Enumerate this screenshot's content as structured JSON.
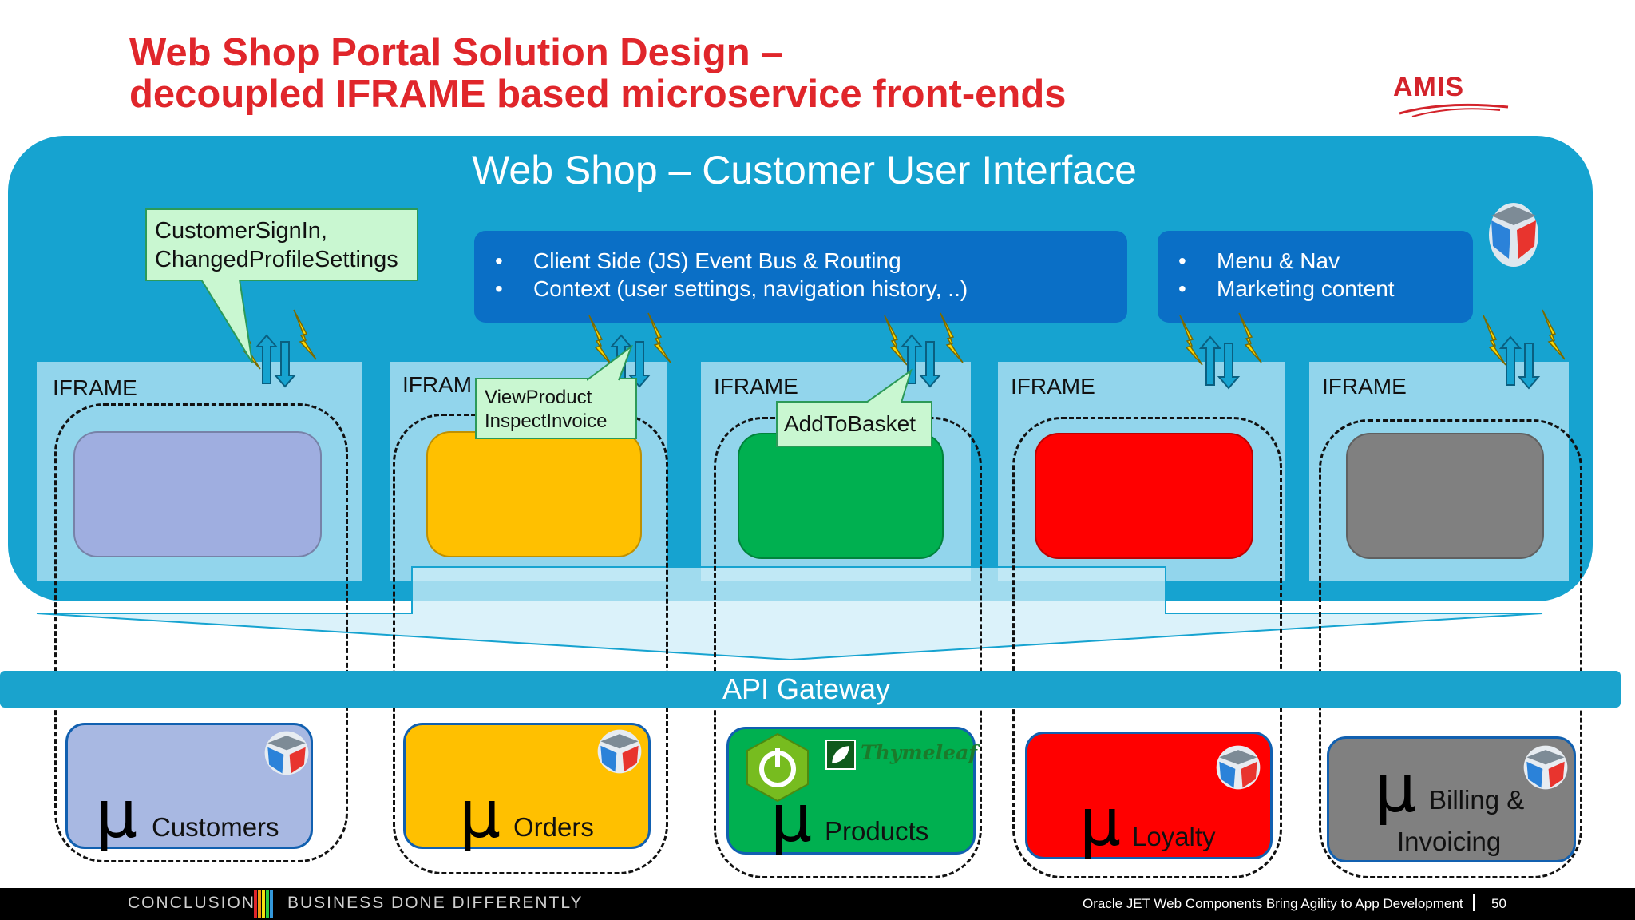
{
  "title": {
    "line1": "Web Shop Portal Solution Design –",
    "line2": "decoupled IFRAME based microservice front-ends"
  },
  "logo": {
    "text": "AMIS"
  },
  "shell": {
    "title": "Web Shop – Customer User Interface",
    "event_bus": {
      "items": [
        "Client Side (JS) Event Bus & Routing",
        "Context (user settings, navigation history, ..)"
      ]
    },
    "menu": {
      "items": [
        "Menu & Nav",
        "Marketing content"
      ]
    }
  },
  "callouts": {
    "customers": {
      "line1": "CustomerSignIn,",
      "line2": "ChangedProfileSettings"
    },
    "orders": {
      "line1": "ViewProduct",
      "line2": "InspectInvoice"
    },
    "products": {
      "line1": "AddToBasket"
    }
  },
  "iframes": [
    {
      "label": "IFRAME",
      "color": "#9faee0"
    },
    {
      "label": "IFRAM",
      "color": "#ffc000"
    },
    {
      "label": "IFRAME",
      "color": "#00b050"
    },
    {
      "label": "IFRAME",
      "color": "#ff0000"
    },
    {
      "label": "IFRAME",
      "color": "#808080"
    }
  ],
  "gateway": {
    "label": "API Gateway"
  },
  "services": [
    {
      "mu": "µ",
      "label": "Customers",
      "color": "#a8b8e2",
      "icon": "oracle-jet-icon"
    },
    {
      "mu": "µ",
      "label": "Orders",
      "color": "#ffc000",
      "icon": "oracle-jet-icon"
    },
    {
      "mu": "µ",
      "label": "Products",
      "color": "#00b050",
      "icon": "spring-boot-icon",
      "badge": "Thymeleaf"
    },
    {
      "mu": "µ",
      "label": "Loyalty",
      "color": "#ff0000",
      "icon": "oracle-jet-icon"
    },
    {
      "mu": "µ",
      "label1": "Billing &",
      "label2": "Invoicing",
      "color": "#808080",
      "icon": "oracle-jet-icon"
    }
  ],
  "footer": {
    "left1": "CONCLUSION",
    "left2": "BUSINESS DONE DIFFERENTLY",
    "right": "Oracle JET Web Components Bring Agility to App Development",
    "page": "50"
  },
  "colors": {
    "title": "#e0262b",
    "shell": "#16a3d0",
    "event_bus": "#0a6fc6",
    "iframe": "#92d5ec",
    "callout": "#c9f7d1",
    "lightning": "#ffd800"
  }
}
